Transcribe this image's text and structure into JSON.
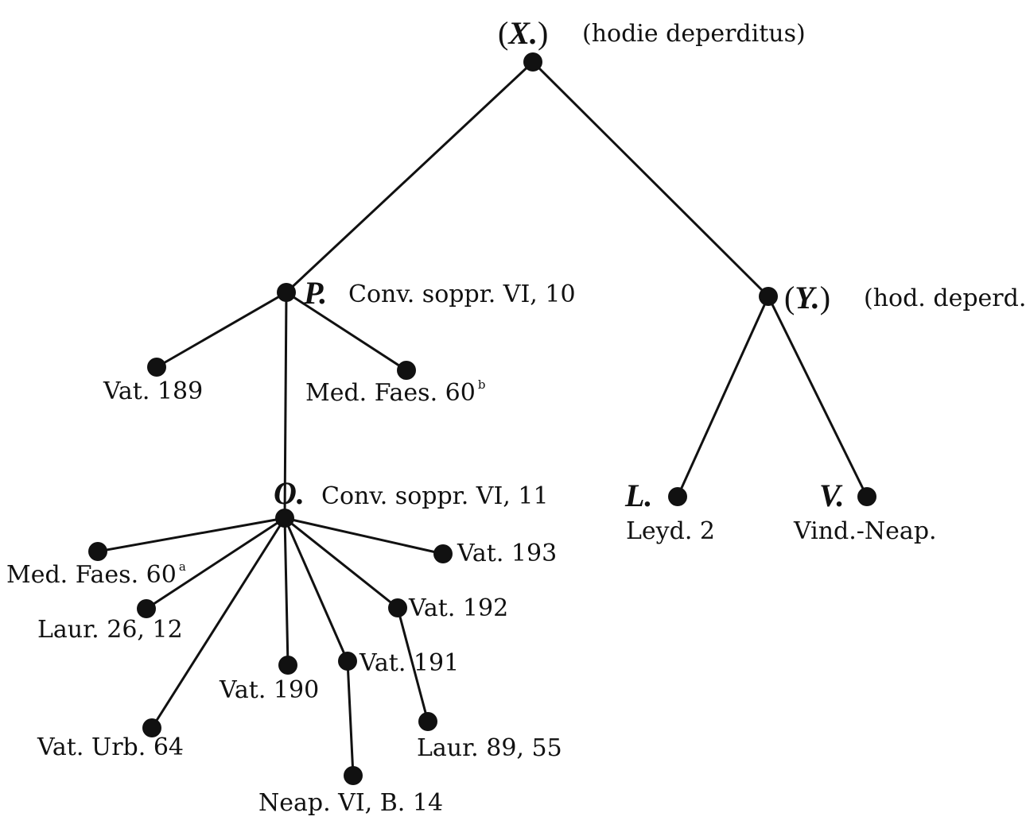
{
  "stemma": {
    "nodes": {
      "X": {
        "siglum": "X.",
        "parenthesized": true,
        "note": "(hodie deperditus)"
      },
      "P": {
        "siglum": "P.",
        "parenthesized": false,
        "note": "Conv. soppr. VI, 10"
      },
      "Y": {
        "siglum": "Y.",
        "parenthesized": true,
        "note": "(hod. deperd.)"
      },
      "O": {
        "siglum": "O.",
        "parenthesized": false,
        "note": "Conv. soppr. VI, 11"
      },
      "L": {
        "siglum": "L.",
        "parenthesized": false,
        "note": "Leyd. 2"
      },
      "V": {
        "siglum": "V.",
        "parenthesized": false,
        "note": "Vind.-Neap."
      },
      "vat189": {
        "note": "Vat. 189"
      },
      "medb": {
        "note": "Med. Faes. 60",
        "sup": "b"
      },
      "meda": {
        "note": "Med. Faes. 60",
        "sup": "a"
      },
      "laur26": {
        "note": "Laur. 26, 12"
      },
      "urb64": {
        "note": "Vat. Urb. 64"
      },
      "vat190": {
        "note": "Vat. 190"
      },
      "vat191": {
        "note": "Vat. 191"
      },
      "neap": {
        "note": "Neap. VI, B. 14"
      },
      "vat192": {
        "note": "Vat. 192"
      },
      "laur89": {
        "note": "Laur. 89, 55"
      },
      "vat193": {
        "note": "Vat. 193"
      }
    },
    "edges": [
      [
        "X",
        "P"
      ],
      [
        "X",
        "Y"
      ],
      [
        "P",
        "vat189"
      ],
      [
        "P",
        "medb"
      ],
      [
        "P",
        "O"
      ],
      [
        "Y",
        "L"
      ],
      [
        "Y",
        "V"
      ],
      [
        "O",
        "meda"
      ],
      [
        "O",
        "laur26"
      ],
      [
        "O",
        "urb64"
      ],
      [
        "O",
        "vat190"
      ],
      [
        "O",
        "vat191"
      ],
      [
        "O",
        "vat192"
      ],
      [
        "O",
        "vat193"
      ],
      [
        "vat191",
        "neap"
      ],
      [
        "vat192",
        "laur89"
      ]
    ]
  }
}
